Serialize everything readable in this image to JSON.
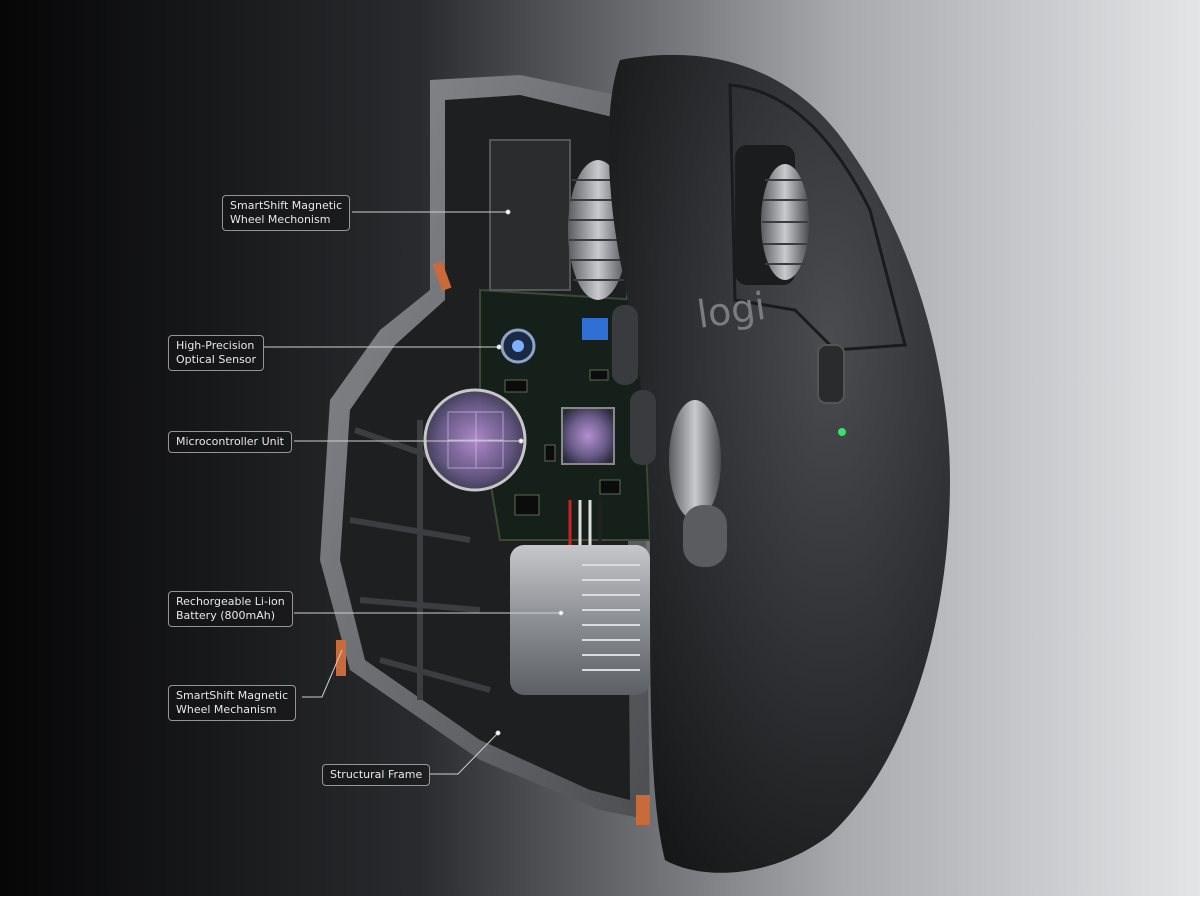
{
  "image": {
    "subject": "Mouse cutaway",
    "brand_logo_text": "logi"
  },
  "callouts": [
    {
      "lines": [
        "SmartShift Magnetic",
        "Wheel Mechonism"
      ]
    },
    {
      "lines": [
        "High-Precision",
        "Optical Sensor"
      ]
    },
    {
      "lines": [
        "Microcontroller Unit"
      ]
    },
    {
      "lines": [
        "Rechorgeable Li-ion",
        "Battery (800mAh)"
      ]
    },
    {
      "lines": [
        "SmartShift Magnetic",
        "Wheel Mechanism"
      ]
    },
    {
      "lines": [
        "Structural Frame"
      ]
    }
  ],
  "colors": {
    "background_left": "#0b0b0d",
    "background_right": "#dcdde0",
    "shell": "#2f3134",
    "frame": "#6b6d70",
    "accent_orange": "#c96a3a",
    "led": "#39e26a"
  }
}
